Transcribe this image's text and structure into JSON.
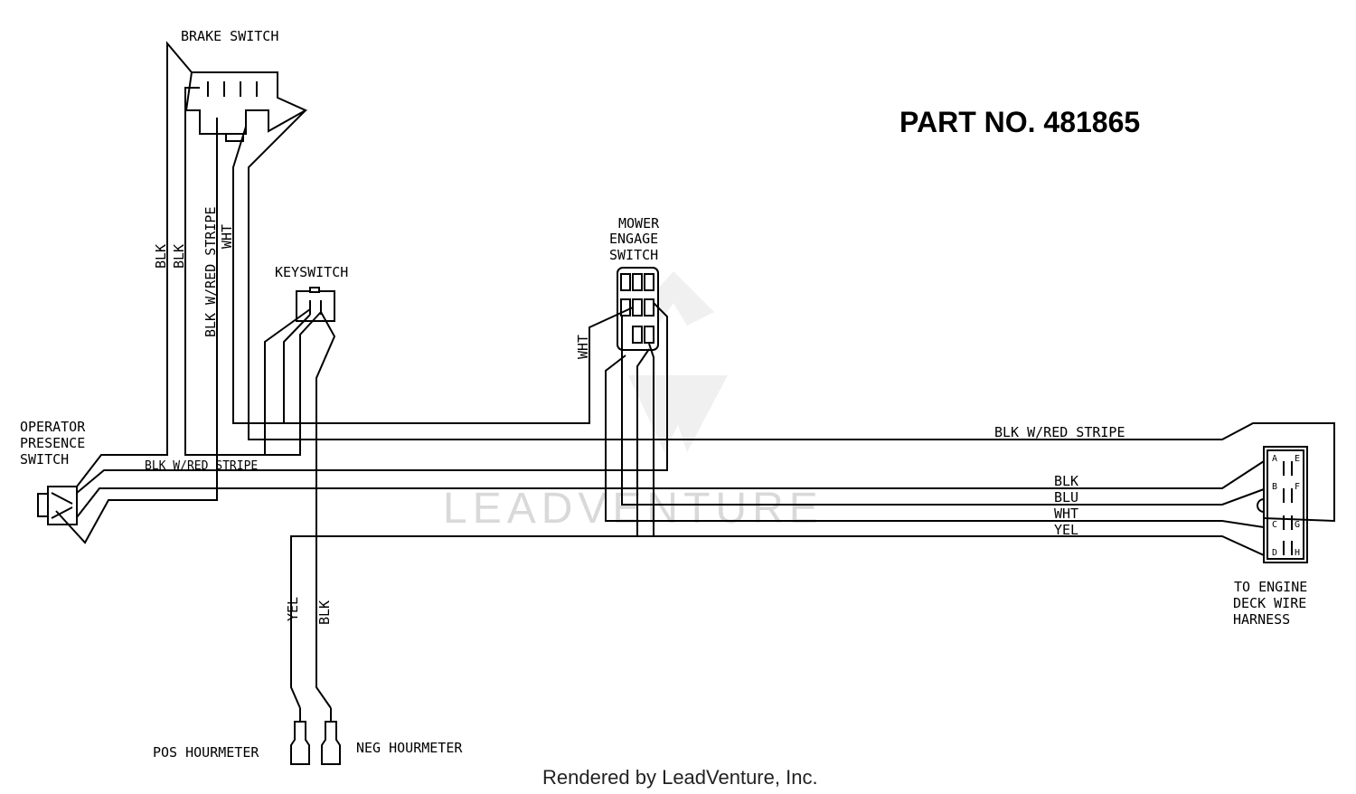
{
  "title": "PART NO. 481865",
  "components": {
    "brake_switch": "BRAKE SWITCH",
    "keyswitch": "KEYSWITCH",
    "mower_engage_switch": [
      "MOWER",
      "ENGAGE",
      "SWITCH"
    ],
    "operator_presence_switch": [
      "OPERATOR",
      "PRESENCE",
      "SWITCH"
    ],
    "engine_harness": [
      "TO ENGINE",
      "DECK WIRE",
      "HARNESS"
    ],
    "pos_hourmeter": "POS HOURMETER",
    "neg_hourmeter": "NEG HOURMETER"
  },
  "wire_labels": {
    "blk_1": "BLK",
    "blk_2": "BLK",
    "blk_red_vertical": "BLK W/RED STRIPE",
    "wht_brake": "WHT",
    "wht_mower": "WHT",
    "blk_red_top": "BLK W/RED STRIPE",
    "blk_red_left": "BLK W/RED STRIPE",
    "blk_harness": "BLK",
    "blu_harness": "BLU",
    "wht_harness": "WHT",
    "yel_harness": "YEL",
    "yel_hour": "YEL",
    "blk_hour": "BLK"
  },
  "connector_pins": [
    "A",
    "B",
    "C",
    "D",
    "E",
    "F",
    "G",
    "H"
  ],
  "watermark": "LEADVENTURE",
  "credit": "Rendered by LeadVenture, Inc."
}
